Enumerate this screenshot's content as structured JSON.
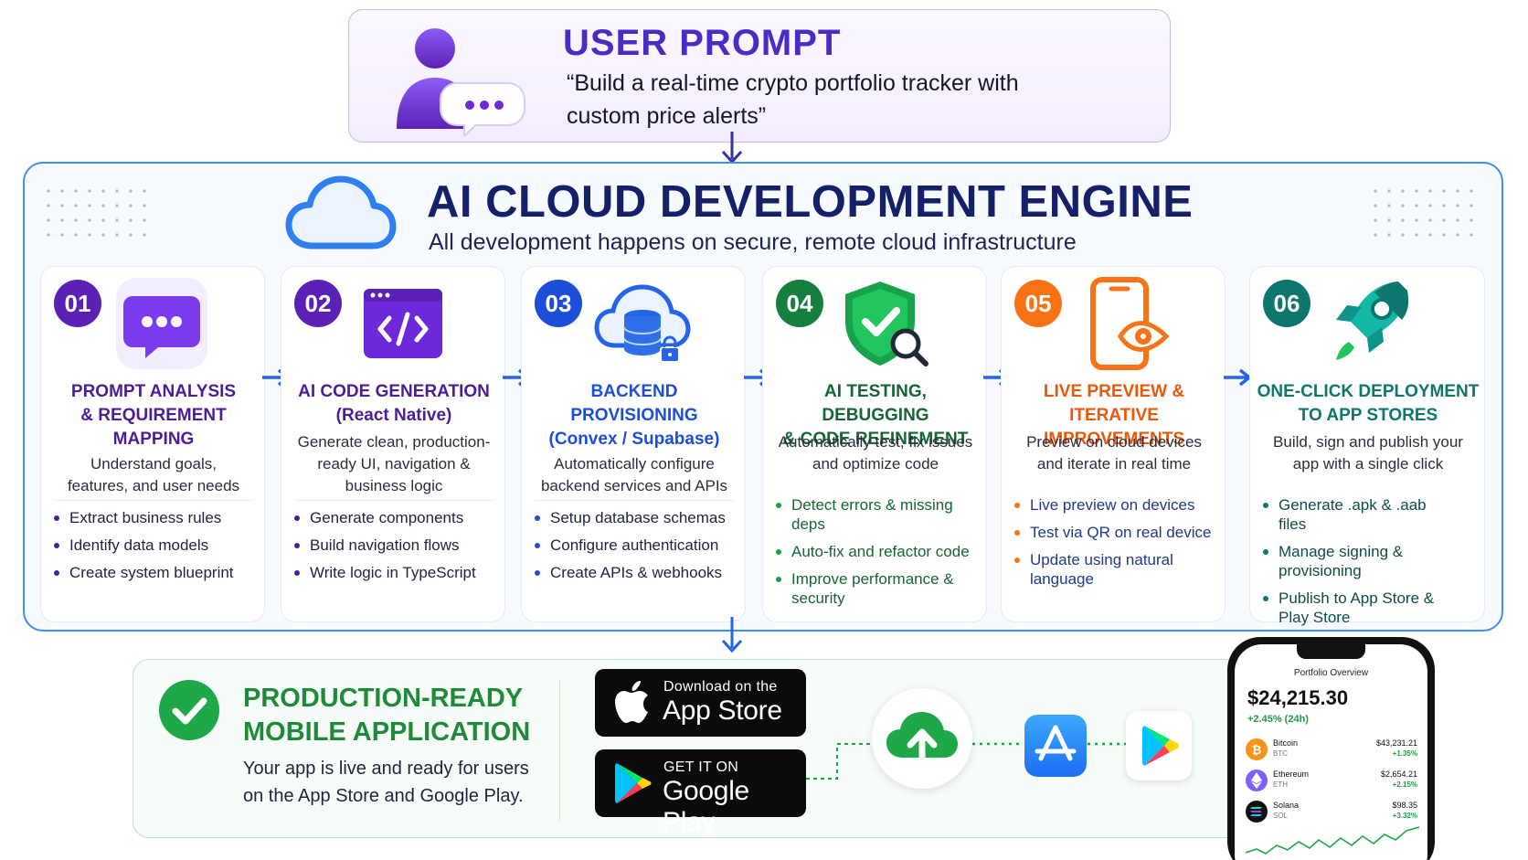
{
  "user_prompt": {
    "title": "USER PROMPT",
    "text": "“Build a real-time crypto portfolio tracker with custom price alerts”"
  },
  "engine": {
    "title": "AI CLOUD DEVELOPMENT ENGINE",
    "subtitle": "All development happens on secure, remote cloud infrastructure"
  },
  "steps": [
    {
      "num": "01",
      "title": "PROMPT ANALYSIS\n& REQUIREMENT\nMAPPING",
      "desc": "Understand goals,\nfeatures, and user needs",
      "bullets": [
        "Extract business rules",
        "Identify data models",
        "Create system blueprint"
      ],
      "color": "#5b21b6",
      "accent": "#7c3aed",
      "icon": "chat-bubble-icon"
    },
    {
      "num": "02",
      "title": "AI CODE GENERATION\n(React Native)",
      "desc": "Generate clean, production-\nready UI, navigation &\nbusiness logic",
      "bullets": [
        "Generate components",
        "Build navigation flows",
        "Write logic in TypeScript"
      ],
      "color": "#5b21b6",
      "accent": "#6d28d9",
      "icon": "code-window-icon"
    },
    {
      "num": "03",
      "title": "BACKEND\nPROVISIONING\n(Convex / Supabase)",
      "desc": "Automatically configure\nbackend services and APIs",
      "bullets": [
        "Setup database schemas",
        "Configure authentication",
        "Create APIs & webhooks"
      ],
      "color": "#1d4ed8",
      "accent": "#2563eb",
      "icon": "cloud-database-icon"
    },
    {
      "num": "04",
      "title": "AI TESTING, DEBUGGING\n& CODE REFINEMENT",
      "desc": "Automatically test, fix issues\nand optimize code",
      "bullets": [
        "Detect errors & missing deps",
        "Auto-fix and refactor code",
        "Improve performance & security"
      ],
      "color": "#15803d",
      "accent": "#16a34a",
      "icon": "shield-check-icon"
    },
    {
      "num": "05",
      "title": "LIVE PREVIEW &\nITERATIVE IMPROVEMENTS",
      "desc": "Preview on cloud devices\nand iterate in real time",
      "bullets": [
        "Live preview on devices",
        "Test via QR on real device",
        "Update using natural language"
      ],
      "color": "#ea580c",
      "accent": "#f97316",
      "icon": "phone-eye-icon"
    },
    {
      "num": "06",
      "title": "ONE-CLICK DEPLOYMENT\nTO APP STORES",
      "desc": "Build, sign and publish your\napp with a single click",
      "bullets": [
        "Generate .apk & .aab files",
        "Manage signing & provisioning",
        "Publish to App Store & Play Store"
      ],
      "color": "#0f766e",
      "accent": "#14b8a6",
      "icon": "rocket-icon"
    }
  ],
  "output": {
    "title": "PRODUCTION-READY\nMOBILE APPLICATION",
    "text": "Your app is live and ready for users on the App Store and Google Play.",
    "app_store": {
      "small": "Download on the",
      "big": "App Store"
    },
    "google_play": {
      "small": "GET IT ON",
      "big": "Google Play"
    }
  },
  "phone": {
    "title": "Portfolio Overview",
    "balance": "$24,215.30",
    "change": "+2.45% (24h)",
    "coins": [
      {
        "name": "Bitcoin",
        "symbol": "BTC",
        "price": "$43,231.21",
        "change": "+1.35%",
        "color": "#f7931a"
      },
      {
        "name": "Ethereum",
        "symbol": "ETH",
        "price": "$2,654.21",
        "change": "+2.15%",
        "color": "#7b61ff"
      },
      {
        "name": "Solana",
        "symbol": "SOL",
        "price": "$98.35",
        "change": "+3.32%",
        "color": "#111111"
      }
    ]
  }
}
